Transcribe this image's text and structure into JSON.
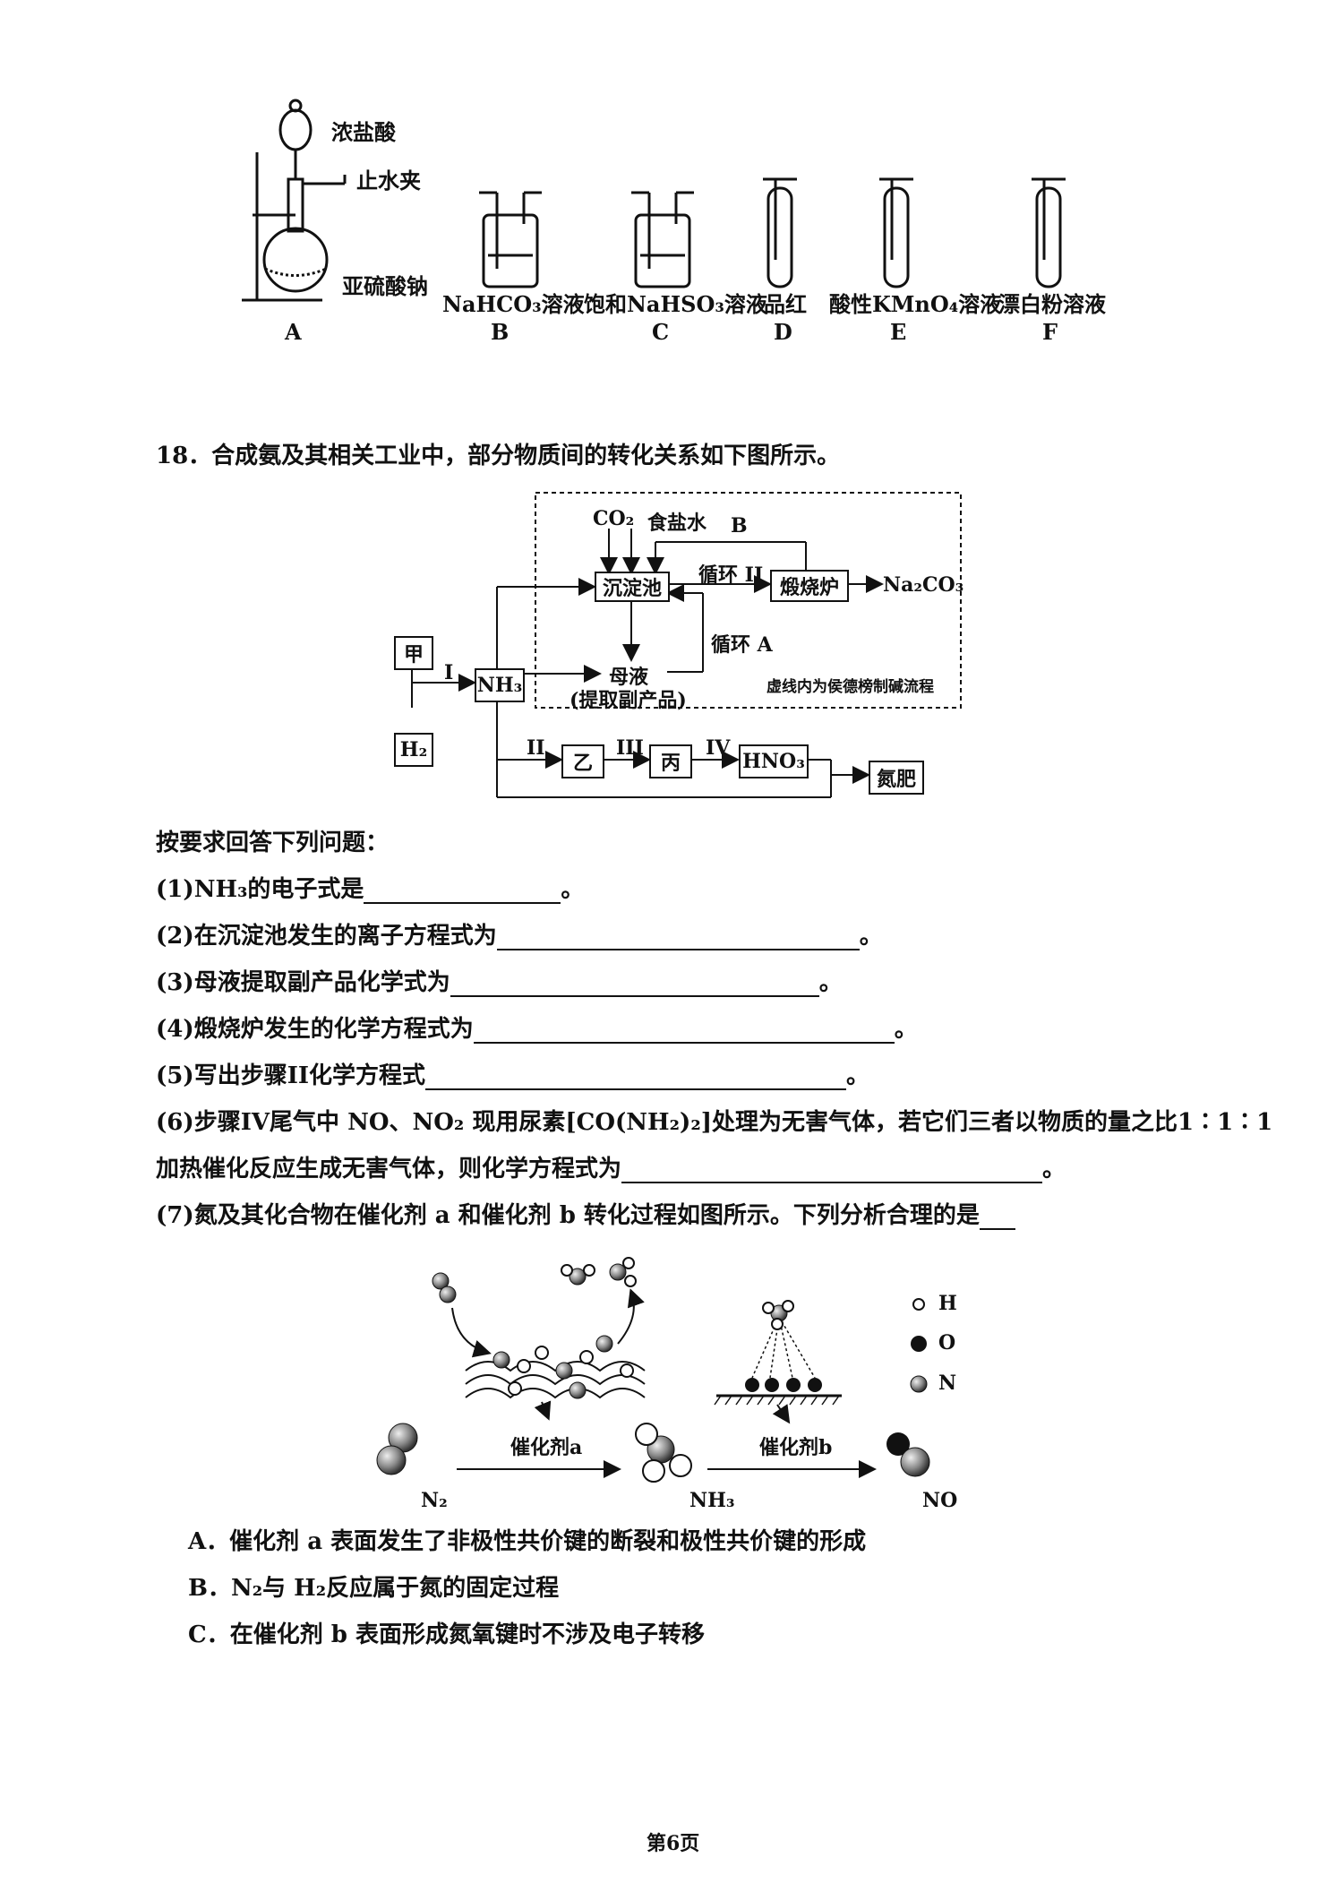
{
  "apparatus": {
    "labels": {
      "conc_hcl": "浓盐酸",
      "clamp": "止水夹",
      "sodium_sulfite": "亚硫酸钠"
    },
    "items": [
      {
        "solution": "",
        "letter": "A"
      },
      {
        "solution": "NaHCO₃溶液",
        "letter": "B"
      },
      {
        "solution": "饱和NaHSO₃溶液",
        "letter": "C"
      },
      {
        "solution": "品红",
        "letter": "D"
      },
      {
        "solution": "酸性KMnO₄溶液",
        "letter": "E"
      },
      {
        "solution": "漂白粉溶液",
        "letter": "F"
      }
    ]
  },
  "question18": {
    "stem": "18．合成氨及其相关工业中，部分物质间的转化关系如下图所示。",
    "flow": {
      "jia": "甲",
      "h2": "H₂",
      "nh3": "NH₃",
      "step1": "I",
      "step2": "II",
      "step3": "III",
      "step4": "IV",
      "co2": "CO₂",
      "brine": "食盐水",
      "b_label": "B",
      "tank": "沉淀池",
      "cycle2": "循环 II",
      "furnace": "煅烧炉",
      "product": "Na₂CO₃",
      "cycleA": "循环 A",
      "mother": "母液",
      "byproduct": "(提取副产品)",
      "dashed_note": "虚线内为侯德榜制碱流程",
      "yi": "乙",
      "bing": "丙",
      "hno3": "HNO₃",
      "fertilizer": "氮肥"
    },
    "instruction": "按要求回答下列问题：",
    "q1": "(1)NH₃的电子式是",
    "q2": "(2)在沉淀池发生的离子方程式为",
    "q3": "(3)母液提取副产品化学式为",
    "q4": "(4)煅烧炉发生的化学方程式为",
    "q5": "(5)写出步骤II化学方程式",
    "q6a": "(6)步骤IV尾气中 NO、NO₂ 现用尿素[CO(NH₂)₂]处理为无害气体，若它们三者以物质的量之比1∶1∶1",
    "q6b": "加热催化反应生成无害气体，则化学方程式为",
    "q7": "(7)氮及其化合物在催化剂 a 和催化剂 b 转化过程如图所示。下列分析合理的是",
    "period": "。",
    "catalysis": {
      "legend_h": "H",
      "legend_o": "O",
      "legend_n": "N",
      "cat_a": "催化剂a",
      "cat_b": "催化剂b",
      "n2": "N₂",
      "nh3": "NH₃",
      "no": "NO"
    },
    "options": {
      "A": "A．催化剂 a 表面发生了非极性共价键的断裂和极性共价键的形成",
      "B": "B．N₂与 H₂反应属于氮的固定过程",
      "C": "C．在催化剂 b 表面形成氮氧键时不涉及电子转移"
    }
  },
  "footer": {
    "page": "第6页"
  }
}
